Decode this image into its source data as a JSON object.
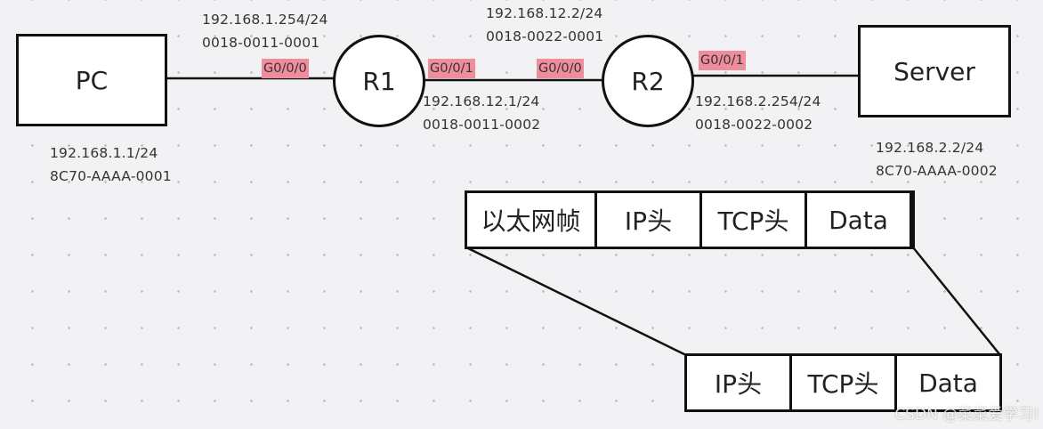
{
  "nodes": {
    "pc": "PC",
    "r1": "R1",
    "r2": "R2",
    "server": "Server"
  },
  "ports": {
    "r1_g000": "G0/0/0",
    "r1_g001": "G0/0/1",
    "r2_g000": "G0/0/0",
    "r2_g001": "G0/0/1"
  },
  "addresses": {
    "pc": {
      "ip": "192.168.1.1/24",
      "mac": "8C70-AAAA-0001"
    },
    "r1_g000": {
      "ip": "192.168.1.254/24",
      "mac": "0018-0011-0001"
    },
    "r1_g001": {
      "ip": "192.168.12.1/24",
      "mac": "0018-0011-0002"
    },
    "r2_g000": {
      "ip": "192.168.12.2/24",
      "mac": "0018-0022-0001"
    },
    "r2_g001": {
      "ip": "192.168.2.254/24",
      "mac": "0018-0022-0002"
    },
    "server": {
      "ip": "192.168.2.2/24",
      "mac": "8C70-AAAA-0002"
    }
  },
  "frame_full": [
    "以太网帧",
    "IP头",
    "TCP头",
    "Data"
  ],
  "frame_inner": [
    "IP头",
    "TCP头",
    "Data"
  ],
  "watermark": "CSDN @菜菜爱学习!"
}
